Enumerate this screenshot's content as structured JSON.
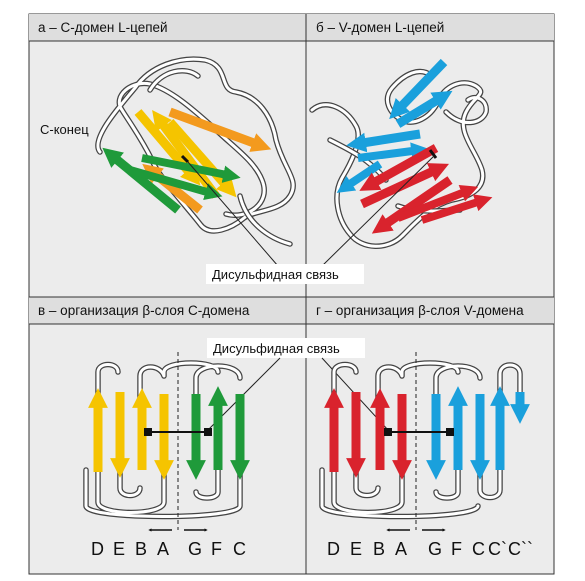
{
  "panels": {
    "a": {
      "title": "а – С-домен L-цепей",
      "c_terminus": "С-конец"
    },
    "b": {
      "title": "б – V-домен L-цепей"
    },
    "v": {
      "title": "в – организация β-слоя С-домена",
      "strands": [
        "D",
        "E",
        "B",
        "A",
        "G",
        "F",
        "C"
      ]
    },
    "g": {
      "title": "г – организация β-слоя V-домена",
      "strands": [
        "D",
        "E",
        "B",
        "A",
        "G",
        "F",
        "C",
        "C`",
        "C``"
      ]
    }
  },
  "labels": {
    "disulfide_top": "Дисульфидная связь",
    "disulfide_bottom": "Дисульфидная связь"
  },
  "colors": {
    "yellow": "#f5c400",
    "orange": "#f39a1e",
    "green": "#1f9a3a",
    "red": "#d9232d",
    "blue": "#1aa0dc",
    "header_bg": "#dedede",
    "panel_bg": "#ececec",
    "border": "#333333"
  }
}
